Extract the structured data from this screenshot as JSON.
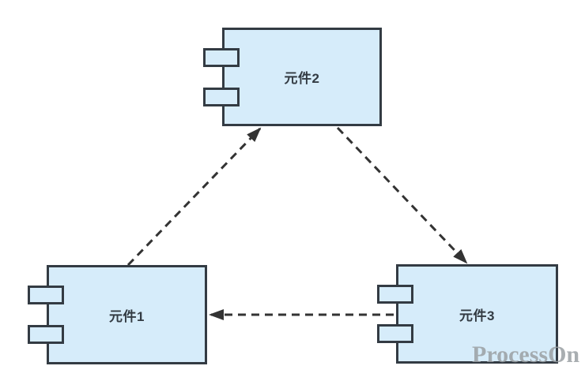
{
  "diagram": {
    "type": "uml-component-diagram",
    "components": [
      {
        "id": "comp1",
        "label": "元件1",
        "ports": 2
      },
      {
        "id": "comp2",
        "label": "元件2",
        "ports": 2
      },
      {
        "id": "comp3",
        "label": "元件3",
        "ports": 2
      }
    ],
    "connectors": [
      {
        "from": "元件1",
        "to": "元件2",
        "style": "dashed",
        "arrowhead": "solid-triangle"
      },
      {
        "from": "元件2",
        "to": "元件3",
        "style": "dashed",
        "arrowhead": "solid-triangle"
      },
      {
        "from": "元件3",
        "to": "元件1",
        "style": "dashed",
        "arrowhead": "solid-triangle"
      }
    ]
  },
  "watermark": {
    "text": "ProcessOn"
  },
  "colors": {
    "background": "#ffffff",
    "component_fill": "#d6ecfa",
    "component_border": "#333b43",
    "connector": "#333333",
    "label_text": "#333b43",
    "watermark_text": "#9ba0a4"
  }
}
